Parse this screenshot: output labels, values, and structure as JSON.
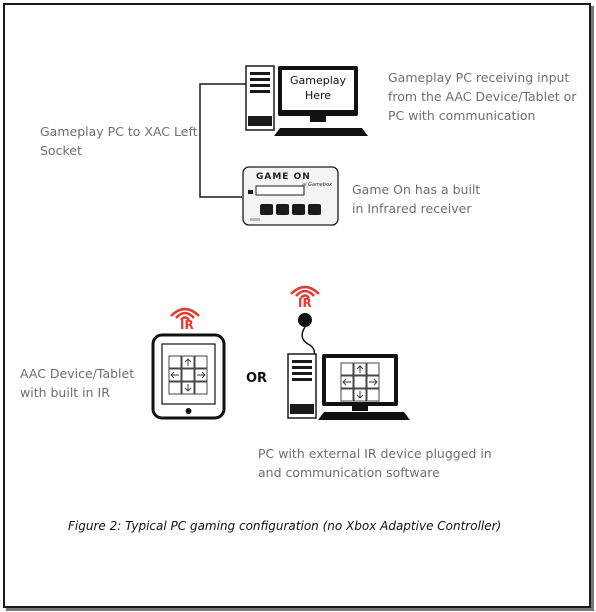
{
  "labels": {
    "gameplay_pc": "Gameplay PC receiving input\nfrom the AAC Device/Tablet or\nPC with communication",
    "to_xac": "Gameplay PC to XAC Left\nSocket",
    "game_on": "Game On has a built\nin Infrared receiver",
    "aac_device": "AAC Device/Tablet\nwith built in IR",
    "or": "OR",
    "pc_external_ir": "PC with external IR device plugged in\nand communication software"
  },
  "screen": {
    "text": "Gameplay\nHere"
  },
  "game_on_device": {
    "title": "GAME ON",
    "subtitle": "ai Gamebox"
  },
  "ir_badges": [
    "IR",
    "IR"
  ],
  "caption": "Figure 2: Typical PC gaming configuration (no Xbox Adaptive Controller)",
  "colors": {
    "ir_red": "#e53935",
    "text_gray": "#6e6e6e",
    "line": "#1a1a1a"
  },
  "icons": [
    "desktop-pc-icon",
    "game-on-receiver-icon",
    "tablet-icon",
    "wireless-signal-icon",
    "ir-sensor-icon"
  ]
}
